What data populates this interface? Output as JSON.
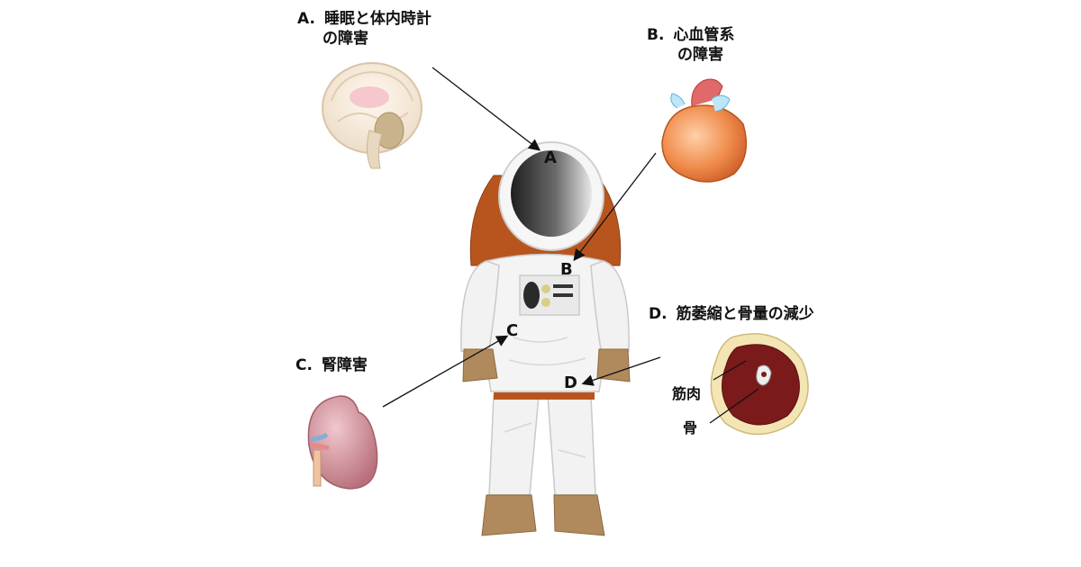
{
  "labels": {
    "a": {
      "tag": "A.",
      "line1": "睡眠と体内時計",
      "line2": "の障害"
    },
    "b": {
      "tag": "B.",
      "line1": "心血管系",
      "line2": "の障害"
    },
    "c": {
      "tag": "C.",
      "line1": "腎障害"
    },
    "d": {
      "tag": "D.",
      "line1": "筋萎縮と骨量の減少"
    }
  },
  "markers": {
    "a": "A",
    "b": "B",
    "c": "C",
    "d": "D"
  },
  "muscle_labels": {
    "muscle": "筋肉",
    "bone": "骨"
  },
  "colors": {
    "suit": "#f4f4f4",
    "suit_accent": "#b8551e",
    "boots": "#b08a5c",
    "visor": "#3a3a3a",
    "heart": "#e8834a",
    "kidney": "#c98892",
    "muscle": "#7a1a1a",
    "fat": "#f3e6b4"
  },
  "icons": [
    "brain-icon",
    "heart-icon",
    "kidney-icon",
    "muscle-cross-section-icon",
    "astronaut-illustration"
  ]
}
